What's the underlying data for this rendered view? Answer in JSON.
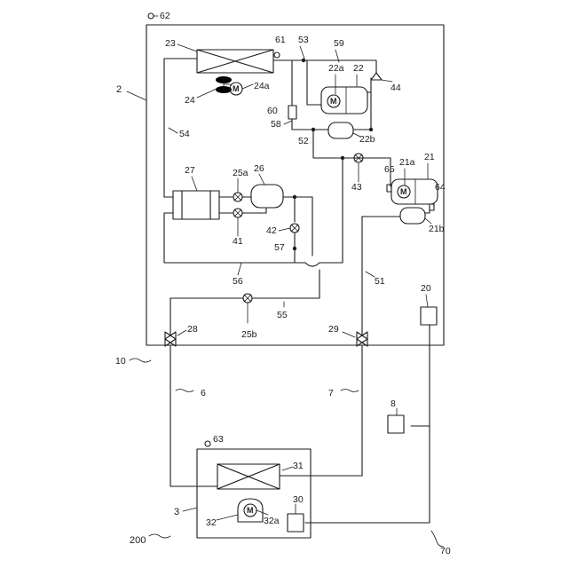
{
  "labels": {
    "l62": "62",
    "l2": "2",
    "l23": "23",
    "l61": "61",
    "l53": "53",
    "l59": "59",
    "l22a": "22a",
    "l22": "22",
    "l44": "44",
    "l24": "24",
    "l24a": "24a",
    "l60": "60",
    "l58": "58",
    "l22b": "22b",
    "l52": "52",
    "l54": "54",
    "l27": "27",
    "l25a": "25a",
    "l26": "26",
    "l43": "43",
    "l65": "65",
    "l21a": "21a",
    "l21": "21",
    "l64": "64",
    "l41": "41",
    "l42": "42",
    "l57": "57",
    "l21b": "21b",
    "l56": "56",
    "l51": "51",
    "l20": "20",
    "l25b": "25b",
    "l55": "55",
    "l28": "28",
    "l29": "29",
    "l10": "10",
    "l6": "6",
    "l7": "7",
    "l8": "8",
    "l63": "63",
    "l31": "31",
    "l3": "3",
    "l32": "32",
    "l32a": "32a",
    "l30": "30",
    "l200": "200",
    "l70": "70"
  },
  "motor_symbol": "M"
}
